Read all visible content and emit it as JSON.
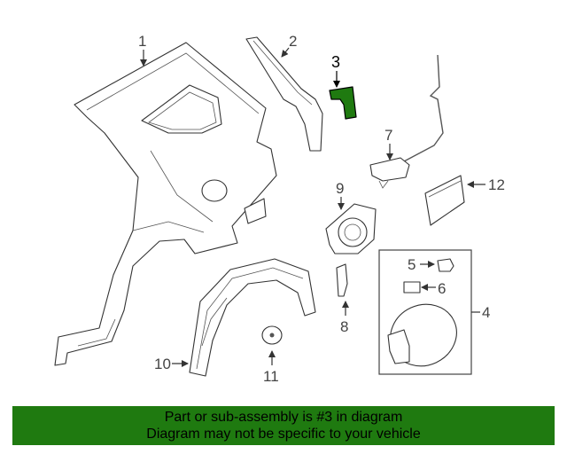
{
  "callouts": {
    "c1": "1",
    "c2": "2",
    "c3": "3",
    "c4": "4",
    "c5": "5",
    "c6": "6",
    "c7": "7",
    "c8": "8",
    "c9": "9",
    "c10": "10",
    "c11": "11",
    "c12": "12"
  },
  "colors": {
    "highlight": "#1f7a10",
    "banner": "#1f7a10"
  },
  "banner": {
    "line1": "Part or sub-assembly is #3 in diagram",
    "line2": "Diagram may not be specific to your vehicle"
  }
}
